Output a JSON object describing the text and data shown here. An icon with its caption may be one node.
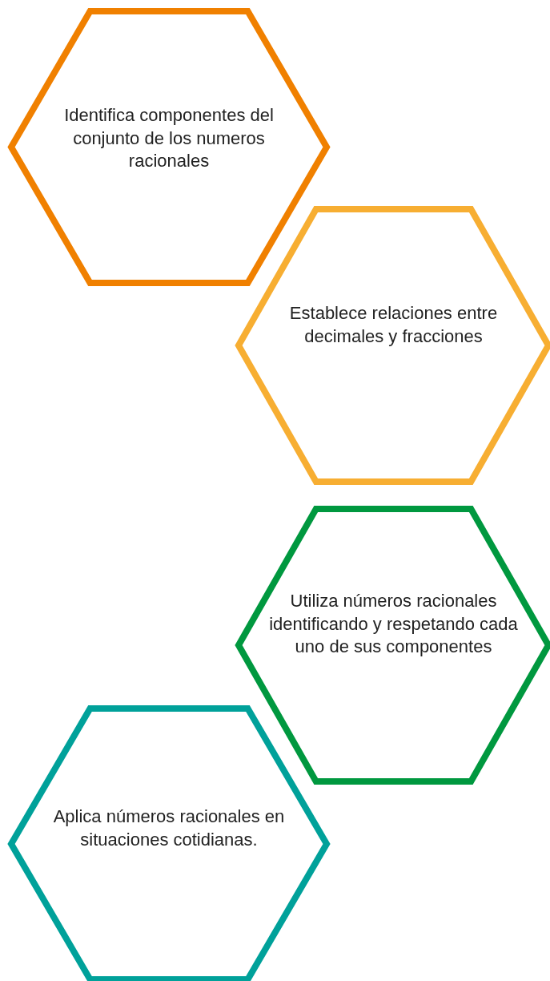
{
  "diagram": {
    "nodes": [
      {
        "text": [
          "Identifica componentes del conjunto de los numeros racionales"
        ]
      },
      {
        "text": [
          "Establece relaciones entre decimales y fracciones"
        ]
      },
      {
        "text": [
          "Utiliza números racionales identificando y respetando cada uno de sus componentes"
        ]
      },
      {
        "text": [
          "Aplica números racionales en situaciones cotidianas."
        ]
      }
    ]
  }
}
